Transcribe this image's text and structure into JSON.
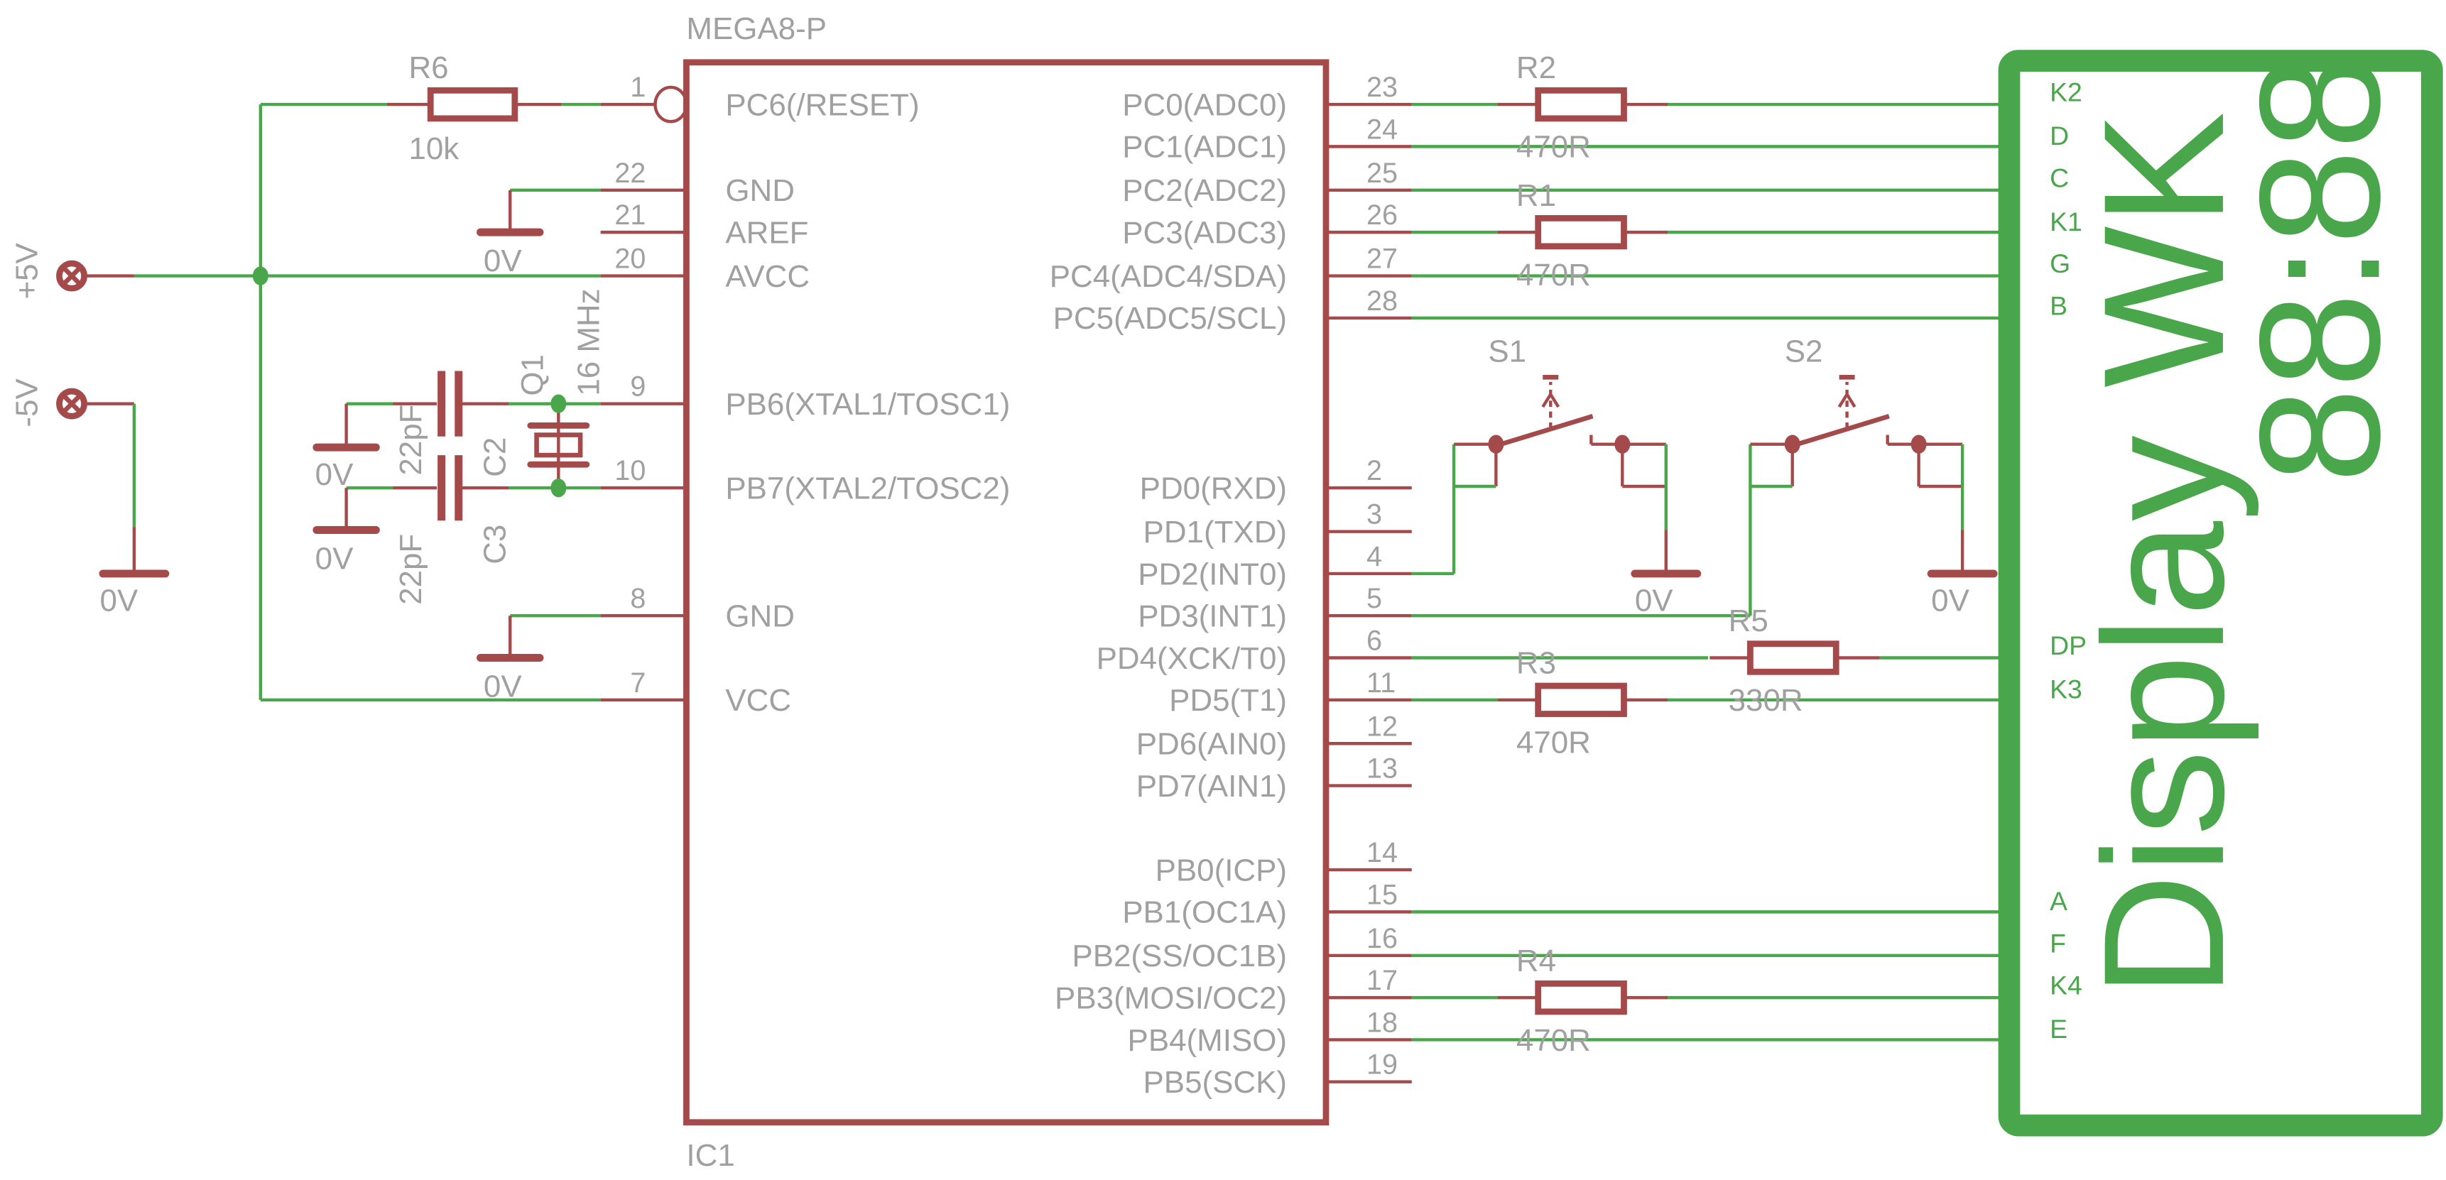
{
  "colors": {
    "symbol": "#a54a4b",
    "net": "#4aa64b",
    "text": "#a0a0a0",
    "background": "#ffffff"
  },
  "ic": {
    "part": "MEGA8-P",
    "name": "IC1",
    "left_pins": [
      {
        "num": "1",
        "name": "PC6(/RESET)",
        "inverted": true
      },
      {
        "num": "22",
        "name": "GND"
      },
      {
        "num": "21",
        "name": "AREF"
      },
      {
        "num": "20",
        "name": "AVCC"
      },
      {
        "num": "9",
        "name": "PB6(XTAL1/TOSC1)"
      },
      {
        "num": "10",
        "name": "PB7(XTAL2/TOSC2)"
      },
      {
        "num": "8",
        "name": "GND"
      },
      {
        "num": "7",
        "name": "VCC"
      }
    ],
    "right_pins": [
      {
        "num": "23",
        "name": "PC0(ADC0)"
      },
      {
        "num": "24",
        "name": "PC1(ADC1)"
      },
      {
        "num": "25",
        "name": "PC2(ADC2)"
      },
      {
        "num": "26",
        "name": "PC3(ADC3)"
      },
      {
        "num": "27",
        "name": "PC4(ADC4/SDA)"
      },
      {
        "num": "28",
        "name": "PC5(ADC5/SCL)"
      },
      {
        "num": "2",
        "name": "PD0(RXD)"
      },
      {
        "num": "3",
        "name": "PD1(TXD)"
      },
      {
        "num": "4",
        "name": "PD2(INT0)"
      },
      {
        "num": "5",
        "name": "PD3(INT1)"
      },
      {
        "num": "6",
        "name": "PD4(XCK/T0)"
      },
      {
        "num": "11",
        "name": "PD5(T1)"
      },
      {
        "num": "12",
        "name": "PD6(AIN0)"
      },
      {
        "num": "13",
        "name": "PD7(AIN1)"
      },
      {
        "num": "14",
        "name": "PB0(ICP)"
      },
      {
        "num": "15",
        "name": "PB1(OC1A)"
      },
      {
        "num": "16",
        "name": "PB2(SS/OC1B)"
      },
      {
        "num": "17",
        "name": "PB3(MOSI/OC2)"
      },
      {
        "num": "18",
        "name": "PB4(MISO)"
      },
      {
        "num": "19",
        "name": "PB5(SCK)"
      }
    ]
  },
  "resistors": [
    {
      "name": "R6",
      "value": "10k"
    },
    {
      "name": "R2",
      "value": "470R"
    },
    {
      "name": "R1",
      "value": "470R"
    },
    {
      "name": "R3",
      "value": "470R"
    },
    {
      "name": "R5",
      "value": "330R"
    },
    {
      "name": "R4",
      "value": "470R"
    }
  ],
  "capacitors": [
    {
      "name": "C2",
      "value": "22pF"
    },
    {
      "name": "C3",
      "value": "22pF"
    }
  ],
  "crystal": {
    "name": "Q1",
    "value": "16 MHz"
  },
  "switches": [
    {
      "name": "S1"
    },
    {
      "name": "S2"
    }
  ],
  "supplies": {
    "plus": "+5V",
    "minus": "-5V",
    "ground": "0V"
  },
  "display": {
    "title": "Display WK",
    "digits": "88:88",
    "pins_top": [
      "K2",
      "D",
      "C",
      "K1",
      "G",
      "B"
    ],
    "pins_mid": [
      "DP",
      "K3"
    ],
    "pins_bottom": [
      "A",
      "F",
      "K4",
      "E"
    ]
  }
}
